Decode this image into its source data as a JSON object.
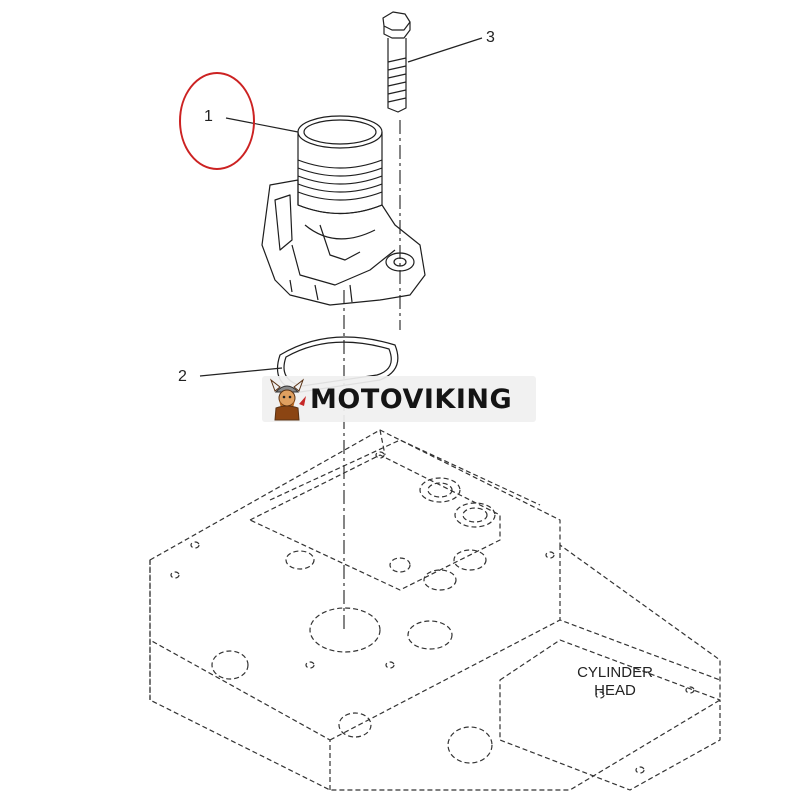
{
  "callouts": {
    "one": "1",
    "two": "2",
    "three": "3"
  },
  "cylinder_head_label": {
    "line1": "CYLINDER",
    "line2": "HEAD"
  },
  "brand": {
    "name": "MOTOVIKING",
    "logo_icon": "viking-mascot-icon"
  },
  "colors": {
    "highlight_circle": "#cc2222",
    "line_art": "#333333"
  }
}
